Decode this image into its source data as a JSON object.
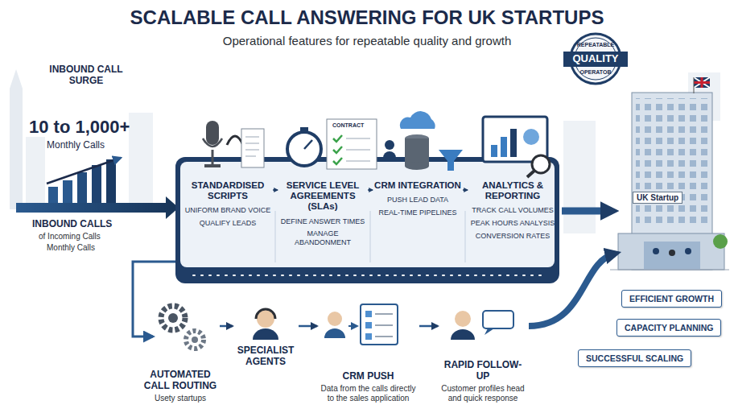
{
  "diagram": {
    "title": "SCALABLE CALL ANSWERING FOR UK STARTUPS",
    "nodes": [
      {
        "text": [
          "STANDARDISED SCRIPTS",
          "UNIFORM BRAND VOICE",
          "QUALIFY LEADS"
        ]
      },
      {
        "text": [
          "SERVICE LEVEL AGREEMENTS (SLAs)",
          "DEFINE ANSWER TIMES",
          "MANAGE ABANDONMENT"
        ]
      },
      {
        "text": [
          "CRM INTEGRATION",
          "PUSH LEAD DATA",
          "REAL-TIME PIPELINES"
        ]
      },
      {
        "text": [
          "ANALYTICS & REPORTING",
          "TRACK CALL VOLUMES",
          "PEAK HOURS ANALYSIS",
          "CONVERSION RATES"
        ]
      },
      {
        "text": [
          "AUTOMATED CALL ROUTING",
          "Usety startups"
        ]
      },
      {
        "text": [
          "SPECIALIST AGENTS"
        ]
      },
      {
        "text": [
          "CRM PUSH",
          "Data from the calls directly to the sales application"
        ]
      },
      {
        "text": [
          "RAPID FOLLOW-UP",
          "Customer profiles head and quick response"
        ]
      },
      {
        "text": [
          "UK Startup"
        ]
      },
      {
        "text": [
          "EFFICIENT GROWTH"
        ]
      },
      {
        "text": [
          "CAPACITY PLANNING"
        ]
      },
      {
        "text": [
          "SUCCESSFUL SCALING"
        ]
      }
    ],
    "edges": [
      {
        "from": 0,
        "to": 1,
        "arrow": "to"
      },
      {
        "from": 1,
        "to": 2,
        "arrow": "to"
      },
      {
        "from": 2,
        "to": 3,
        "arrow": "to"
      },
      {
        "from": 3,
        "to": 8,
        "arrow": "to"
      },
      {
        "from": 4,
        "to": 5,
        "arrow": "to"
      },
      {
        "from": 5,
        "to": 6,
        "arrow": "to"
      },
      {
        "from": 6,
        "to": 7,
        "arrow": "to"
      },
      {
        "from": 7,
        "to": 8,
        "arrow": "to"
      }
    ],
    "labels": [
      "Operational features for repeatable quality and growth",
      "INBOUND CALL SURGE",
      "10 to 1,000+",
      "Monthly Calls",
      "INBOUND CALLS",
      "of Incoming Calls",
      "Monthly Calls",
      "CONTRACT",
      "REPEATABLE",
      "QUALITY",
      "OPERATOB"
    ]
  }
}
